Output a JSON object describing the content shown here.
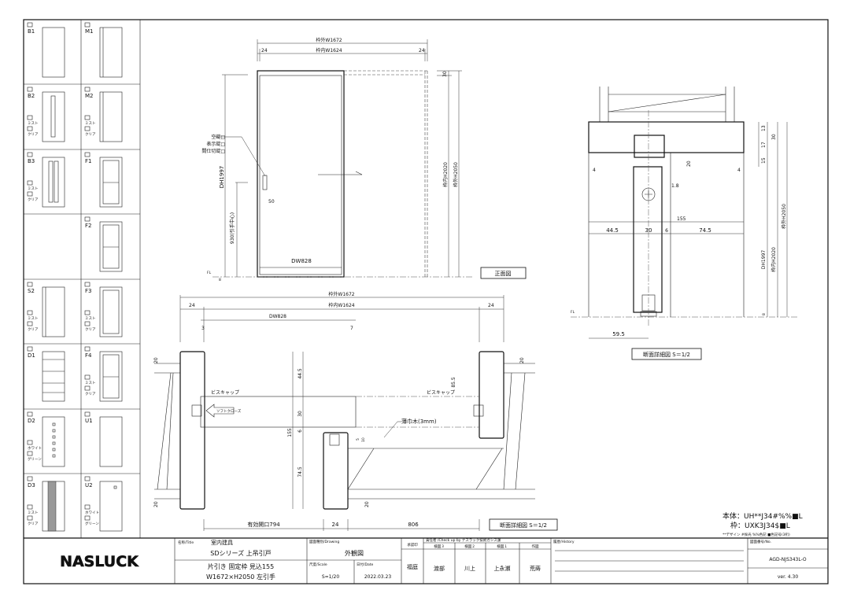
{
  "panel": {
    "items": [
      {
        "code": "B1",
        "options": []
      },
      {
        "code": "M1",
        "options": []
      },
      {
        "code": "B2",
        "options": [
          "ミスト",
          "クリア"
        ]
      },
      {
        "code": "M2",
        "options": [
          "ミスト",
          "クリア"
        ]
      },
      {
        "code": "B3",
        "options": [
          "ミスト",
          "クリア"
        ]
      },
      {
        "code": "F1",
        "options": []
      },
      {
        "code": "",
        "options": []
      },
      {
        "code": "F2",
        "options": []
      },
      {
        "code": "S2",
        "options": [
          "ミスト",
          "クリア"
        ]
      },
      {
        "code": "F3",
        "options": [
          "ミスト",
          "クリア"
        ]
      },
      {
        "code": "D1",
        "options": []
      },
      {
        "code": "F4",
        "options": [
          "ミスト",
          "クリア"
        ]
      },
      {
        "code": "D2",
        "options": [
          "ホワイト",
          "グリーン"
        ]
      },
      {
        "code": "U1",
        "options": []
      },
      {
        "code": "D3",
        "options": [
          "ミスト",
          "クリア"
        ]
      },
      {
        "code": "U2",
        "options": [
          "ホワイト",
          "グリーン"
        ]
      }
    ]
  },
  "front": {
    "w_outer": "枠外W1672",
    "w_inner": "枠内W1624",
    "side_left": "24",
    "side_right": "24",
    "top_30": "30",
    "h_inner": "枠内H2020",
    "h_outer": "枠外H2050",
    "dh": "DH1997",
    "handle_h": "930(引手中心)",
    "handle_50": "50",
    "dw": "DW828",
    "fl": "FL",
    "b8": "8",
    "lock_options": [
      "空錠□",
      "表示錠□",
      "間仕切錠□"
    ],
    "label": "正面図"
  },
  "plan": {
    "w_outer": "枠外W1672",
    "w_inner": "枠内W1624",
    "side_left": "24",
    "side_right": "24",
    "dw": "DW828",
    "d3": "3",
    "d7": "7",
    "d20a": "20",
    "d20b": "20",
    "d20c": "20",
    "d20d": "20",
    "d445": "44.5",
    "d30": "30",
    "d6": "6",
    "d155": "155",
    "d745": "74.5",
    "d855": "85.5",
    "d5": "5",
    "d10": "10",
    "screw_cap_left": "ビスキャップ",
    "screw_cap_right": "ビスキャップ",
    "soft_close": "ソフトクローズ",
    "habaki": "薄巾木(3mm)",
    "opening": "有効開口794",
    "mid24": "24",
    "right806": "806",
    "label": "断面詳細図 S＝1/2"
  },
  "section": {
    "d13": "13",
    "d17": "17",
    "d30": "30",
    "d15": "15",
    "d20": "20",
    "d4l": "4",
    "d4r": "4",
    "d18": "1.8",
    "d155": "155",
    "d445": "44.5",
    "d30b": "30",
    "d6": "6",
    "d745": "74.5",
    "dh": "DH1997",
    "h_inner": "枠内H2020",
    "h_outer": "枠外H2050",
    "d8": "8",
    "fl": "FL",
    "d595": "59.5",
    "label": "断面詳細図 S＝1/2"
  },
  "spec": {
    "body": "本体：UH**J34#%%■L",
    "frame": "枠：UXK3J34$■L",
    "legend": "**デザイン #採光 %%色記 ■色記号(3桁)"
  },
  "title_block": {
    "logo": "NASLUCK",
    "title_label": "名称/Title",
    "title_1": "室内建具",
    "title_2": "SDシリーズ 上吊引戸",
    "title_3": "片引き 固定枠 見込155",
    "title_4": "W1672×H2050 左引手",
    "drawing_label": "図面種別/Drawing",
    "drawing": "外観図",
    "scale_label": "尺度/Scale",
    "scale": "S=1/20",
    "date_label": "日付/Date",
    "date": "2022.03.23",
    "approval_label": "承認印",
    "approval": "福庭",
    "check_label": "責任者 /Check up by ナスラック技術ガシス課",
    "check_roles": [
      "検図３",
      "検図２",
      "検図１",
      "作図"
    ],
    "check_names": [
      "渡部",
      "川上",
      "上永瀬",
      "荒蒔"
    ],
    "history_label": "履歴/History",
    "no_label": "図面番号/No.",
    "no": "AGD-NJS343L-O",
    "version": "ver. 4.30"
  }
}
